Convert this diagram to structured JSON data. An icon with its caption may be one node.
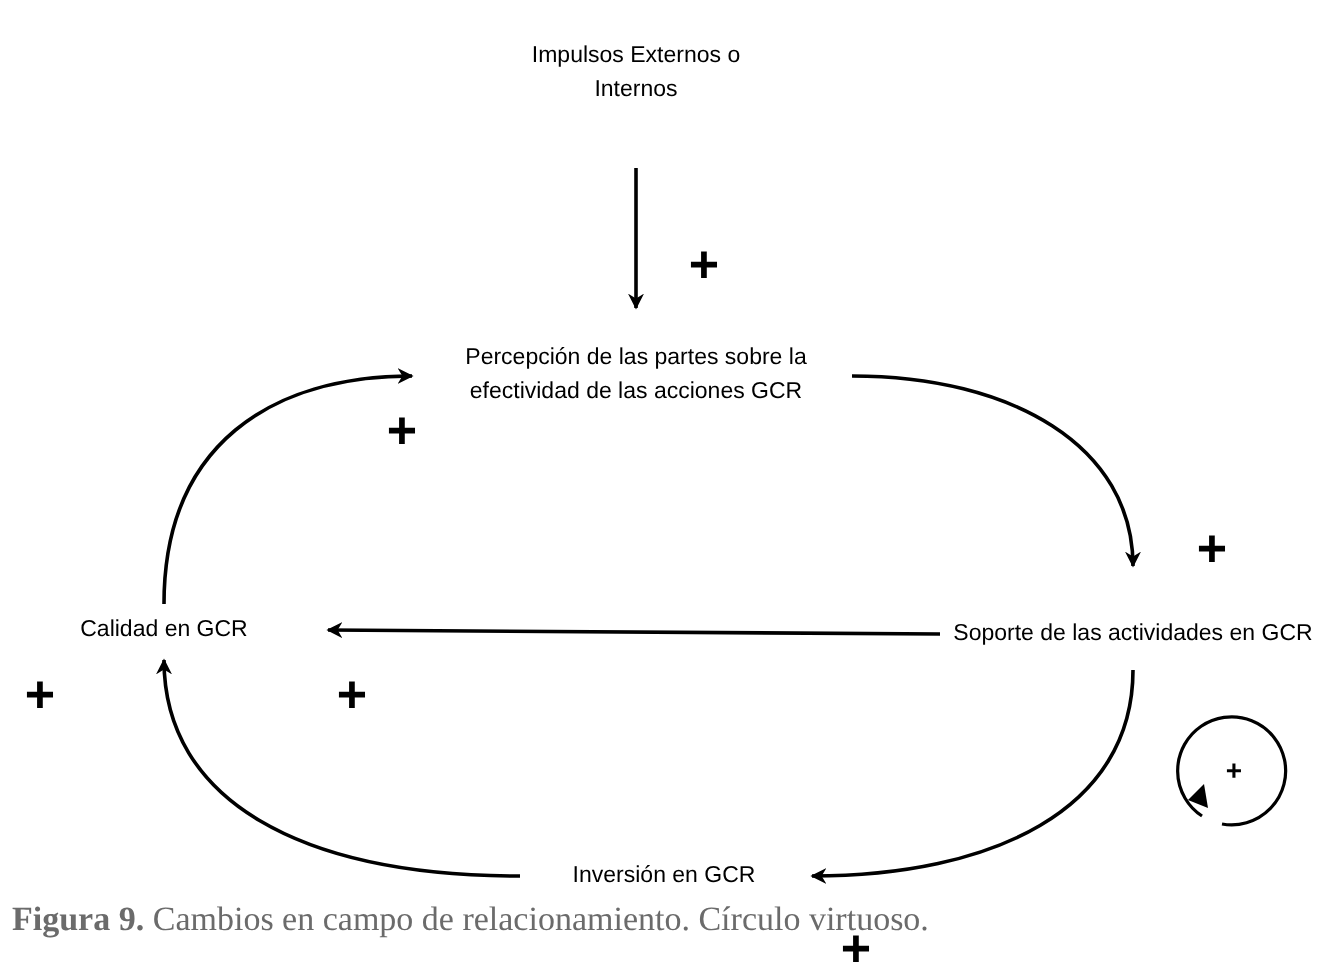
{
  "diagram": {
    "caption": "**Figura 9.** Cambios en campo de relacionamiento. Círculo virtuoso.",
    "nodes": [
      {
        "text": [
          "Impulsos Externos o Internos"
        ]
      },
      {
        "text": [
          "Percepción de las partes sobre la efectividad de las acciones GCR"
        ]
      },
      {
        "text": [
          "Soporte de las actividades en GCR"
        ]
      },
      {
        "text": [
          "Calidad en GCR"
        ]
      },
      {
        "text": [
          "Inversión en GCR"
        ]
      }
    ],
    "edges": [
      {
        "from": 0,
        "to": 1,
        "arrow": "to"
      },
      {
        "from": 1,
        "to": 2,
        "arrow": "to"
      },
      {
        "from": 2,
        "to": 3,
        "arrow": "to"
      },
      {
        "from": 2,
        "to": 4,
        "arrow": "to"
      },
      {
        "from": 4,
        "to": 3,
        "arrow": "to"
      },
      {
        "from": 3,
        "to": 1,
        "arrow": "to"
      }
    ],
    "labels": [
      "+",
      "+",
      "+",
      "+",
      "+",
      "+",
      "+"
    ]
  }
}
